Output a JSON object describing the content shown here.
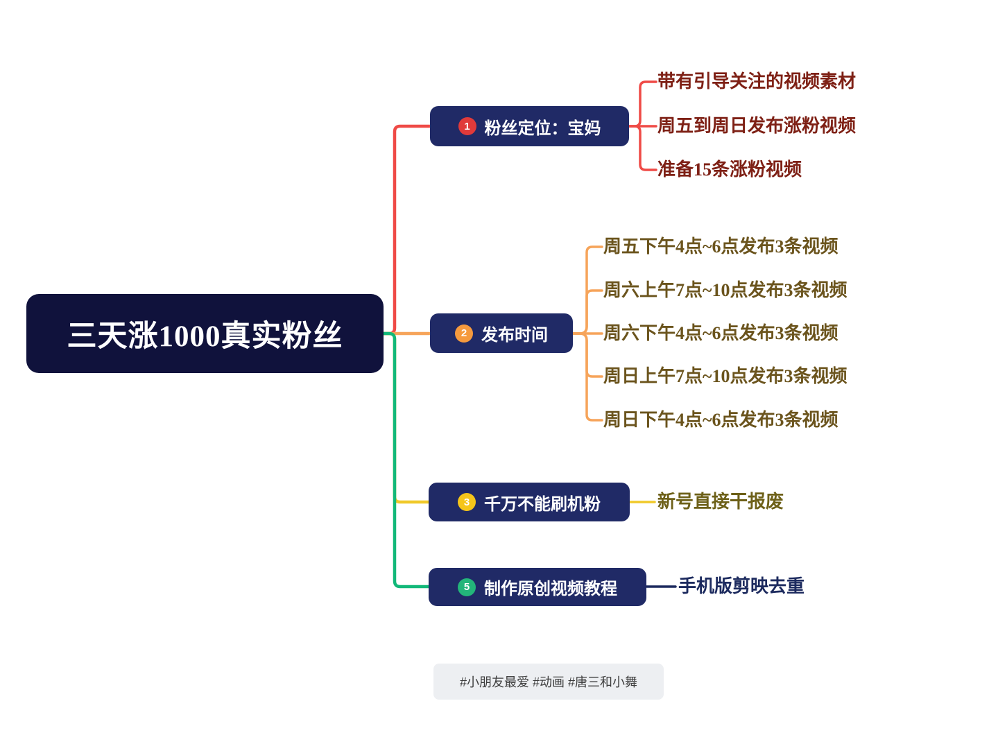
{
  "root": {
    "label": "三天涨1000真实粉丝",
    "bg": "#10123c",
    "text_color": "#ffffff"
  },
  "branches": [
    {
      "number": "1",
      "label": "粉丝定位：宝妈",
      "color": "#ef4a46",
      "badge_color": "#e03a3a",
      "text_color": "#7e2015",
      "children": [
        {
          "label": "带有引导关注的视频素材"
        },
        {
          "label": "周五到周日发布涨粉视频"
        },
        {
          "label": "准备15条涨粉视频"
        }
      ]
    },
    {
      "number": "2",
      "label": "发布时间",
      "color": "#f6a45a",
      "badge_color": "#f59a3e",
      "text_color": "#6b541d",
      "children": [
        {
          "label": "周五下午4点~6点发布3条视频"
        },
        {
          "label": "周六上午7点~10点发布3条视频"
        },
        {
          "label": "周六下午4点~6点发布3条视频"
        },
        {
          "label": "周日上午7点~10点发布3条视频"
        },
        {
          "label": "周日下午4点~6点发布3条视频"
        }
      ]
    },
    {
      "number": "3",
      "label": "千万不能刷机粉",
      "color": "#f0c929",
      "badge_color": "#f5c51a",
      "text_color": "#6d6018",
      "children": [
        {
          "label": "新号直接干报废"
        }
      ]
    },
    {
      "number": "5",
      "label": "制作原创视频教程",
      "color": "#12b879",
      "badge_color": "#23b57a",
      "child_connector_color": "#1c2a5e",
      "text_color": "#1c2a5e",
      "children": [
        {
          "label": "手机版剪映去重"
        }
      ]
    }
  ],
  "footer": {
    "tags": "#小朋友最爱 #动画 #唐三和小舞",
    "bg": "#edeff2",
    "text_color": "#3d3d3d"
  },
  "canvas": {
    "bg": "#ffffff",
    "branch_bg": "#202a66",
    "root_bg": "#10123c"
  }
}
